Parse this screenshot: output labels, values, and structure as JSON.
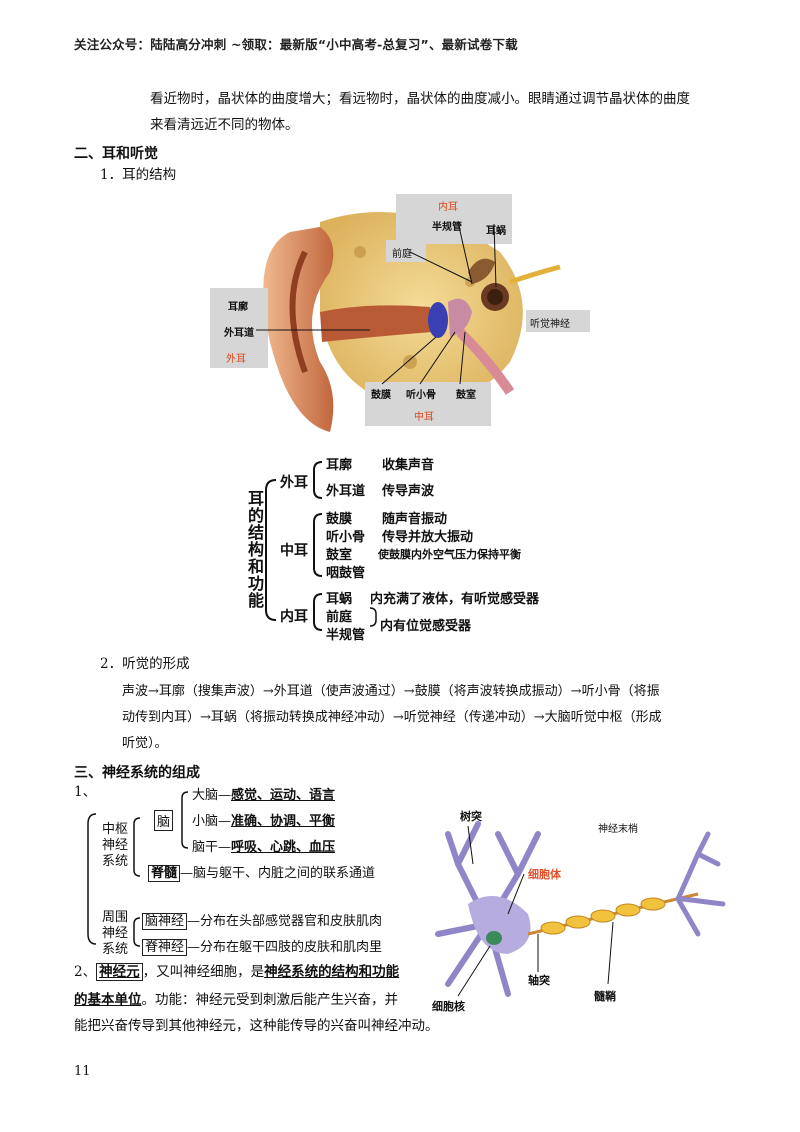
{
  "header": "关注公众号：陆陆高分冲刺 ~领取：最新版“小中高考-总复习”、最新试卷下载",
  "intro_line1": "看近物时，晶状体的曲度增大；看远物时，晶状体的曲度减小。眼睛通过调节晶状体的曲度",
  "intro_line2": "来看清远近不同的物体。",
  "section2_title": "二、耳和听觉",
  "sub1": "1．耳的结构",
  "ear_labels": {
    "inner_ear": "内耳",
    "semicircular": "半规管",
    "cochlea": "耳蜗",
    "vestibule": "前庭",
    "auditory_nerve": "听觉神经",
    "auricle": "耳廓",
    "ear_canal": "外耳道",
    "outer_ear": "外耳",
    "eardrum": "鼓膜",
    "ossicles": "听小骨",
    "tympanic": "鼓室",
    "middle_ear": "中耳"
  },
  "summary": {
    "title": "耳的结构和功能",
    "outer": "外耳",
    "outer_items": [
      {
        "name": "耳廓",
        "func": "收集声音"
      },
      {
        "name": "外耳道",
        "func": "传导声波"
      }
    ],
    "middle": "中耳",
    "middle_items": [
      {
        "name": "鼓膜",
        "func": "随声音振动"
      },
      {
        "name": "听小骨",
        "func": "传导并放大振动"
      },
      {
        "name": "鼓室",
        "func": "使鼓膜内外空气压力保持平衡"
      },
      {
        "name": "咽鼓管",
        "func": ""
      }
    ],
    "inner": "内耳",
    "inner_items": [
      {
        "name": "耳蜗",
        "func": "内充满了液体，有听觉感受器"
      },
      {
        "name": "前庭",
        "func": ""
      },
      {
        "name": "半规管",
        "func": ""
      }
    ],
    "inner_shared": "内有位觉感受器"
  },
  "sub2": "2．听觉的形成",
  "hearing_line1": "声波→耳廓（搜集声波）→外耳道（使声波通过）→鼓膜（将声波转换成振动）→听小骨（将振",
  "hearing_line2": "动传到内耳）→耳蜗（将振动转换成神经冲动）→听觉神经（传递冲动）→大脑听觉中枢（形成",
  "hearing_line3": "听觉）。",
  "section3_title": "三、神经系统的组成",
  "item1": "1、",
  "ns": {
    "central": "中枢神经系统",
    "brain": "脑",
    "cerebrum_pre": "大脑—",
    "cerebrum_fn": "感觉、运动、语言",
    "cerebellum_pre": "小脑—",
    "cerebellum_fn": "准确、协调、平衡",
    "brainstem_pre": "脑干—",
    "brainstem_fn": "呼吸、心跳、血压",
    "spinal": "脊髓",
    "spinal_fn": "—脑与躯干、内脏之间的联系通道",
    "peripheral": "周围神经系统",
    "cranial": "脑神经",
    "cranial_fn": "—分布在头部感觉器官和皮肤肌肉",
    "spinal_nerve": "脊神经",
    "spinal_nerve_fn": "—分布在躯干四肢的皮肤和肌肉里"
  },
  "item2_prefix": "2、",
  "neuron_term": "神经元",
  "item2_mid": "，又叫神经细胞，是",
  "item2_bold": "神经系统的结构和功能",
  "item2_bold2": "的基本单位",
  "item2_rest": "。功能：神经元受到刺激后能产生兴奋，并",
  "item2_line3": "能把兴奋传导到其他神经元，这种能传导的兴奋叫神经冲动。",
  "neuron_labels": {
    "dendrite": "树突",
    "cell_body": "细胞体",
    "axon": "轴突",
    "nucleus": "细胞核",
    "myelin": "髓鞘",
    "terminal": "神经末梢"
  },
  "page_number": "11"
}
